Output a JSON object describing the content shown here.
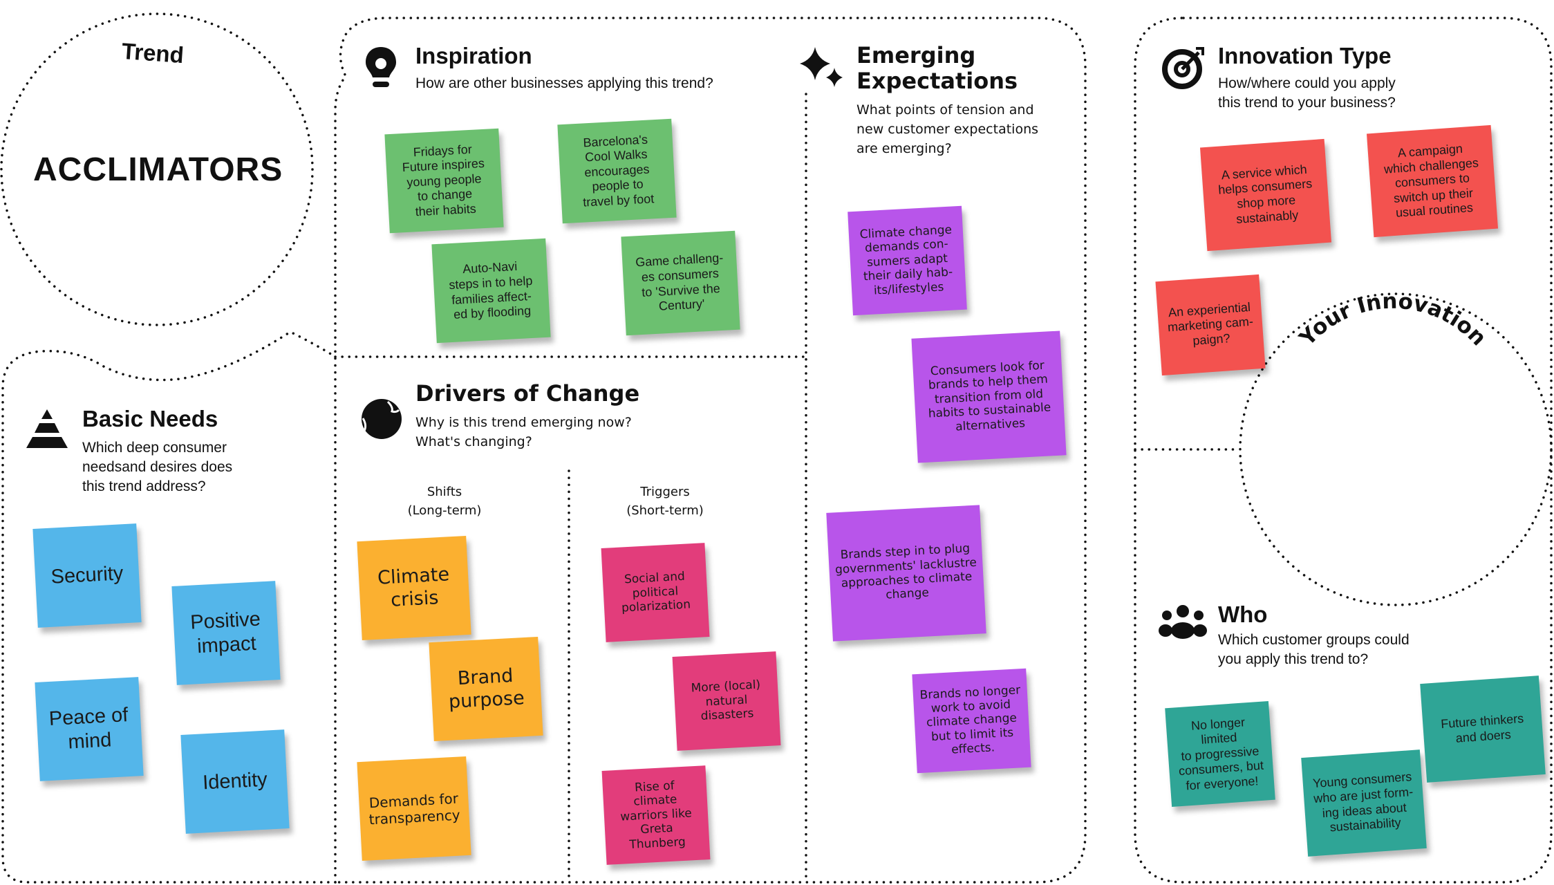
{
  "trend": {
    "label": "Trend",
    "name": "ACCLIMATORS"
  },
  "colors": {
    "green": "#6cc070",
    "blue": "#54b6ea",
    "orange": "#fbb030",
    "pink": "#e23d7b",
    "purple": "#b855ea",
    "red": "#f3524f",
    "teal": "#2fa596"
  },
  "basic_needs": {
    "title": "Basic Needs",
    "subtitle": "Which deep consumer\nneedsand desires does\nthis trend address?",
    "icon": "pyramid-icon",
    "stickies": [
      "Security",
      "Positive\nimpact",
      "Peace of\nmind",
      "Identity"
    ]
  },
  "inspiration": {
    "title": "Inspiration",
    "subtitle": "How are other businesses applying this trend?",
    "icon": "lightbulb-icon",
    "stickies": [
      "Fridays for\nFuture inspires\nyoung people\nto change\ntheir habits",
      "Barcelona's\nCool Walks\nencourages\npeople to\ntravel by foot",
      "Auto-Navi\nsteps in to help\nfamilies affect-\ned by flooding",
      "Game challeng-\nes consumers\nto 'Survive the\nCentury'"
    ]
  },
  "drivers": {
    "title": "Drivers of Change",
    "subtitle": "Why is this trend emerging now?\nWhat's changing?",
    "icon": "globe-icon",
    "shifts_label": "Shifts\n(Long-term)",
    "triggers_label": "Triggers\n(Short-term)",
    "shifts": [
      "Climate\ncrisis",
      "Brand\npurpose",
      "Demands for\ntransparency"
    ],
    "triggers": [
      "Social and\npolitical\npolarization",
      "More (local)\nnatural\ndisasters",
      "Rise of\nclimate\nwarriors like\nGreta Thunberg"
    ]
  },
  "emerging": {
    "title": "Emerging\nExpectations",
    "subtitle": "What points of tension and\nnew customer expectations\nare emerging?",
    "icon": "sparkle-icon",
    "stickies": [
      "Climate change\ndemands con-\nsumers adapt\ntheir daily hab-\nits/lifestyles",
      "Consumers look for\nbrands to help them\ntransition from old\nhabits to sustainable\nalternatives",
      "Brands step in to plug\ngovernments' lacklustre\napproaches to climate\nchange",
      "Brands no longer\nwork to avoid\nclimate change\nbut to limit its\neffects."
    ]
  },
  "innovation_type": {
    "title": "Innovation Type",
    "subtitle": "How/where could you apply\nthis trend to your business?",
    "icon": "target-icon",
    "stickies": [
      "A service which\nhelps consumers\nshop more\nsustainably",
      "A campaign\nwhich challenges\nconsumers to\nswitch up their\nusual routines",
      "An experiential\nmarketing cam-\npaign?"
    ]
  },
  "your_innovation": {
    "label": "Your Innovation"
  },
  "who": {
    "title": "Who",
    "subtitle": "Which customer groups could\nyou apply this trend to?",
    "icon": "people-icon",
    "stickies": [
      "No longer limited\nto progressive\nconsumers, but\nfor everyone!",
      "Young consumers\nwho are just form-\ning ideas about\nsustainability",
      "Future thinkers\nand doers"
    ]
  }
}
